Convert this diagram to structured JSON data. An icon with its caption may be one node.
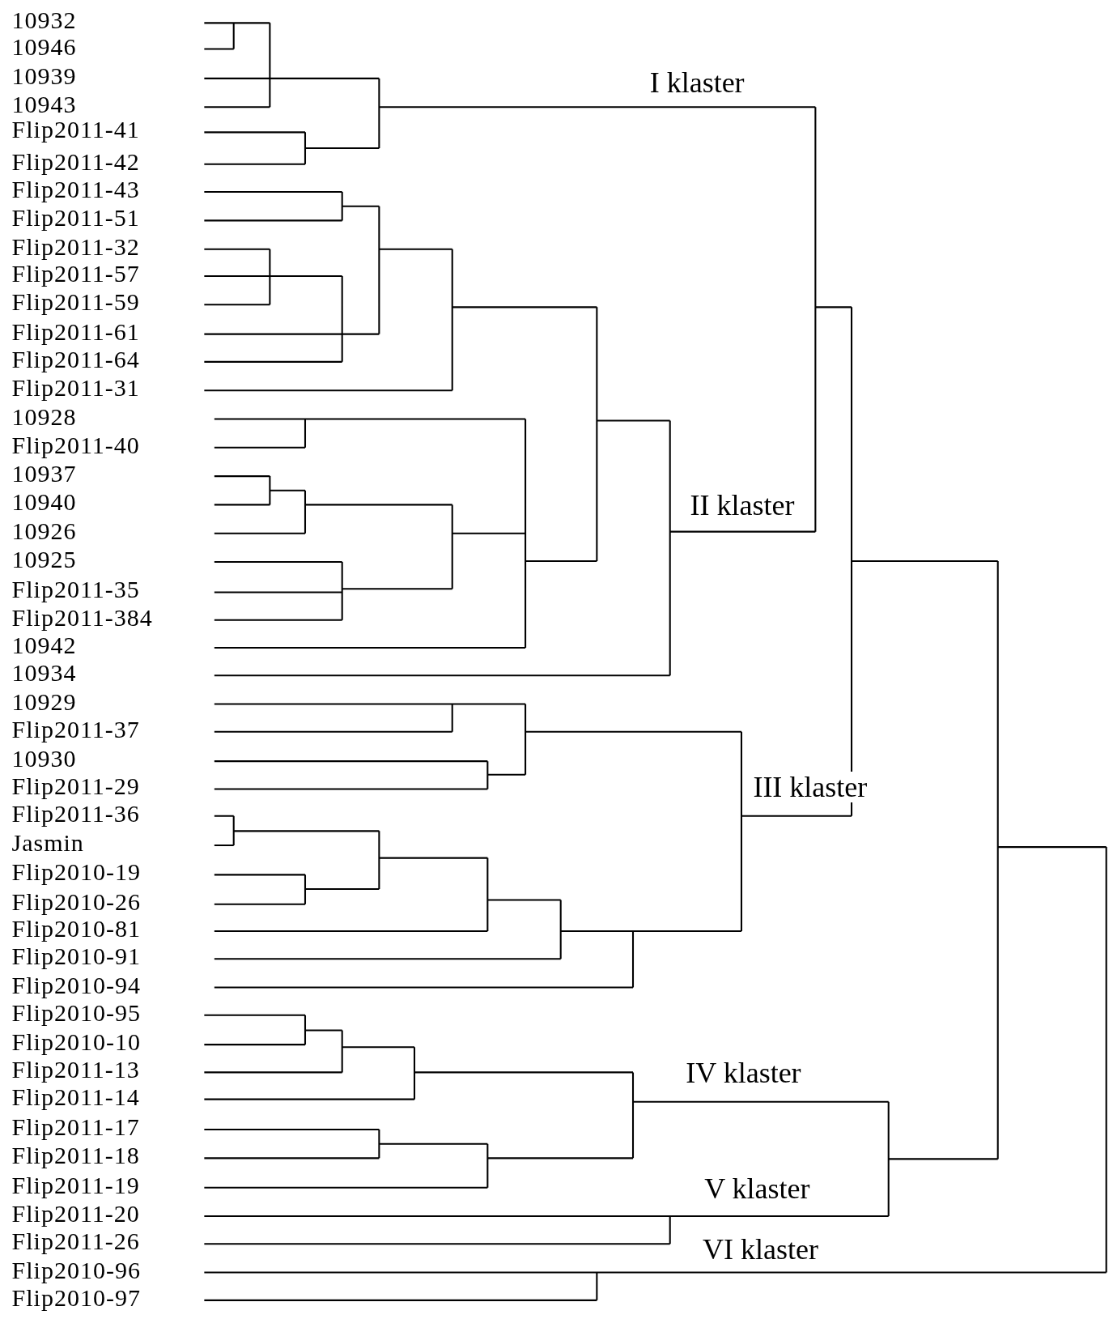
{
  "diagram": {
    "labels": [
      "10932",
      "10946",
      "10939",
      "I klaster",
      "10943",
      "Flip2011-41",
      "Flip2011-42",
      "Flip2011-43",
      "Flip2011-51",
      "Flip2011-32",
      "Flip2011-57",
      "Flip2011-59",
      "Flip2011-61",
      "Flip2011-64",
      "Flip2011-31",
      "10928",
      "Flip2011-40",
      "10937",
      "10940",
      "II klaster",
      "10926",
      "10925",
      "Flip2011-35",
      "Flip2011-384",
      "10942",
      "10934",
      "10929",
      "Flip2011-37",
      "10930",
      "Flip2011-29",
      "III klaster",
      "Flip2011-36",
      "Jasmin",
      "Flip2010-19",
      "Flip2010-26",
      "Flip2010-81",
      "Flip2010-91",
      "Flip2010-94",
      "Flip2010-95",
      "Flip2010-10",
      "Flip2011-13",
      "IV klaster",
      "Flip2011-14",
      "Flip2011-17",
      "Flip2011-18",
      "Flip2011-19",
      "V klaster",
      "Flip2011-20",
      "Flip2011-26",
      "VI klaster",
      "Flip2010-96",
      "Flip2010-97"
    ]
  }
}
